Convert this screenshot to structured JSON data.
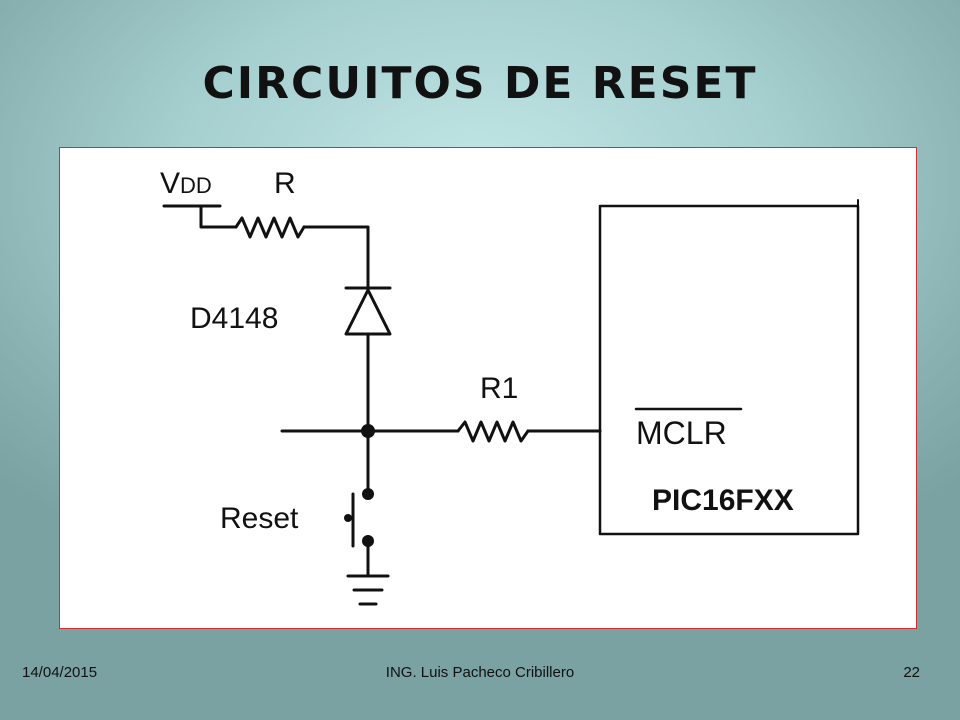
{
  "slide": {
    "title": "CIRCUITOS DE RESET",
    "footer": {
      "date": "14/04/2015",
      "author": "ING. Luis Pacheco Cribillero",
      "page": "22"
    }
  },
  "diagram": {
    "labels": {
      "vdd_v": "V",
      "vdd_sub": "DD",
      "r": "R",
      "diode": "D4148",
      "r1": "R1",
      "mclr": "MCLR",
      "chip": "PIC16FXX",
      "reset": "Reset"
    },
    "colors": {
      "wire": "#111111",
      "frame": "#d03030"
    }
  }
}
